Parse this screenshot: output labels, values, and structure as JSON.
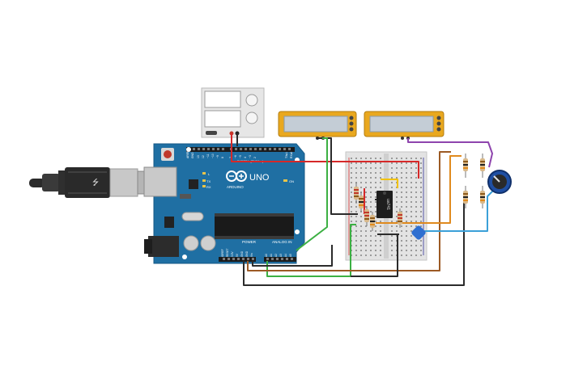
{
  "arduino": {
    "logo_text": "UNO",
    "brand_text": "ARDUINO",
    "digital_label": "DIGITAL (PWM ~)",
    "power_label": "POWER",
    "analog_label": "ANALOG IN",
    "aref_label": "AREF",
    "gnd_label": "GND",
    "l_label": "L",
    "tx_label": "TX",
    "rx_label": "RX",
    "on_label": "ON",
    "pin13": "13",
    "pin12": "12",
    "pin11": "~11",
    "pin10": "~10",
    "pin9": "~9",
    "pin8": "8",
    "pin7": "7",
    "pin6": "~6",
    "pin5": "~5",
    "pin4": "4",
    "pin3": "~3",
    "pin2": "2",
    "pin1": "TX▸1",
    "pin0": "RX◂0",
    "pwr_ioref": "IOREF",
    "pwr_reset": "RESET",
    "pwr_3v3": "3.3V",
    "pwr_5v": "5V",
    "pwr_gnd1": "GND",
    "pwr_gnd2": "GND",
    "pwr_vin": "Vin",
    "a0": "A0",
    "a1": "A1",
    "a2": "A2",
    "a3": "A3",
    "a4": "A4",
    "a5": "A5"
  },
  "ic": {
    "label": "ua741"
  },
  "colors": {
    "board": "#1f6fa3",
    "board_dark": "#175a86",
    "wire_red": "#d62828",
    "wire_black": "#2b2b2b",
    "wire_green": "#3cb043",
    "wire_orange": "#e08a1e",
    "wire_purple": "#8e44ad",
    "wire_brown": "#9c5a24",
    "wire_blue": "#3ba0d8",
    "wire_yellow": "#f2c200",
    "lcd_frame": "#e9a81f",
    "lcd_screen": "#c4cdd6"
  }
}
